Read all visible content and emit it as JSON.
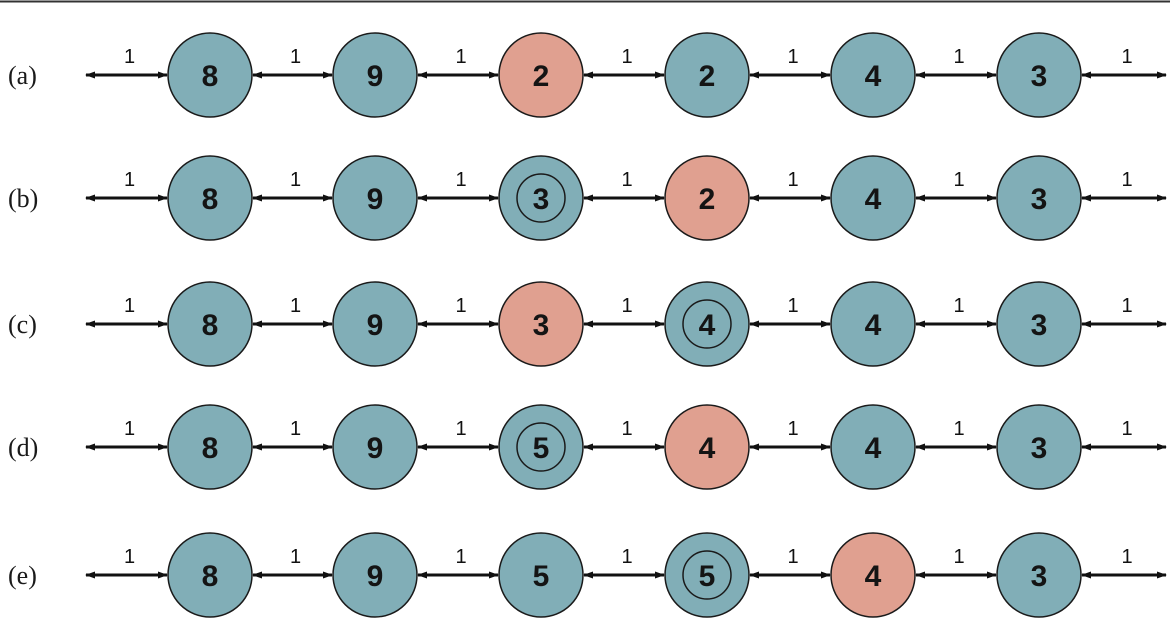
{
  "colors": {
    "node_normal": "#81aeb7",
    "node_highlight": "#e0a090",
    "stroke": "#1a1a1a",
    "arrow": "#111111",
    "top_rule": "#333333"
  },
  "rows": [
    {
      "label": "(a)",
      "edge_weights": [
        "1",
        "1",
        "1",
        "1",
        "1",
        "1",
        "1"
      ],
      "nodes": [
        {
          "value": "8",
          "state": "normal"
        },
        {
          "value": "9",
          "state": "normal"
        },
        {
          "value": "2",
          "state": "highlight"
        },
        {
          "value": "2",
          "state": "normal"
        },
        {
          "value": "4",
          "state": "normal"
        },
        {
          "value": "3",
          "state": "normal"
        }
      ]
    },
    {
      "label": "(b)",
      "edge_weights": [
        "1",
        "1",
        "1",
        "1",
        "1",
        "1",
        "1"
      ],
      "nodes": [
        {
          "value": "8",
          "state": "normal"
        },
        {
          "value": "9",
          "state": "normal"
        },
        {
          "value": "3",
          "state": "circled"
        },
        {
          "value": "2",
          "state": "highlight"
        },
        {
          "value": "4",
          "state": "normal"
        },
        {
          "value": "3",
          "state": "normal"
        }
      ]
    },
    {
      "label": "(c)",
      "edge_weights": [
        "1",
        "1",
        "1",
        "1",
        "1",
        "1",
        "1"
      ],
      "nodes": [
        {
          "value": "8",
          "state": "normal"
        },
        {
          "value": "9",
          "state": "normal"
        },
        {
          "value": "3",
          "state": "highlight"
        },
        {
          "value": "4",
          "state": "circled"
        },
        {
          "value": "4",
          "state": "normal"
        },
        {
          "value": "3",
          "state": "normal"
        }
      ]
    },
    {
      "label": "(d)",
      "edge_weights": [
        "1",
        "1",
        "1",
        "1",
        "1",
        "1",
        "1"
      ],
      "nodes": [
        {
          "value": "8",
          "state": "normal"
        },
        {
          "value": "9",
          "state": "normal"
        },
        {
          "value": "5",
          "state": "circled"
        },
        {
          "value": "4",
          "state": "highlight"
        },
        {
          "value": "4",
          "state": "normal"
        },
        {
          "value": "3",
          "state": "normal"
        }
      ]
    },
    {
      "label": "(e)",
      "edge_weights": [
        "1",
        "1",
        "1",
        "1",
        "1",
        "1",
        "1"
      ],
      "nodes": [
        {
          "value": "8",
          "state": "normal"
        },
        {
          "value": "9",
          "state": "normal"
        },
        {
          "value": "5",
          "state": "normal"
        },
        {
          "value": "5",
          "state": "circled"
        },
        {
          "value": "4",
          "state": "highlight"
        },
        {
          "value": "3",
          "state": "normal"
        }
      ]
    }
  ]
}
